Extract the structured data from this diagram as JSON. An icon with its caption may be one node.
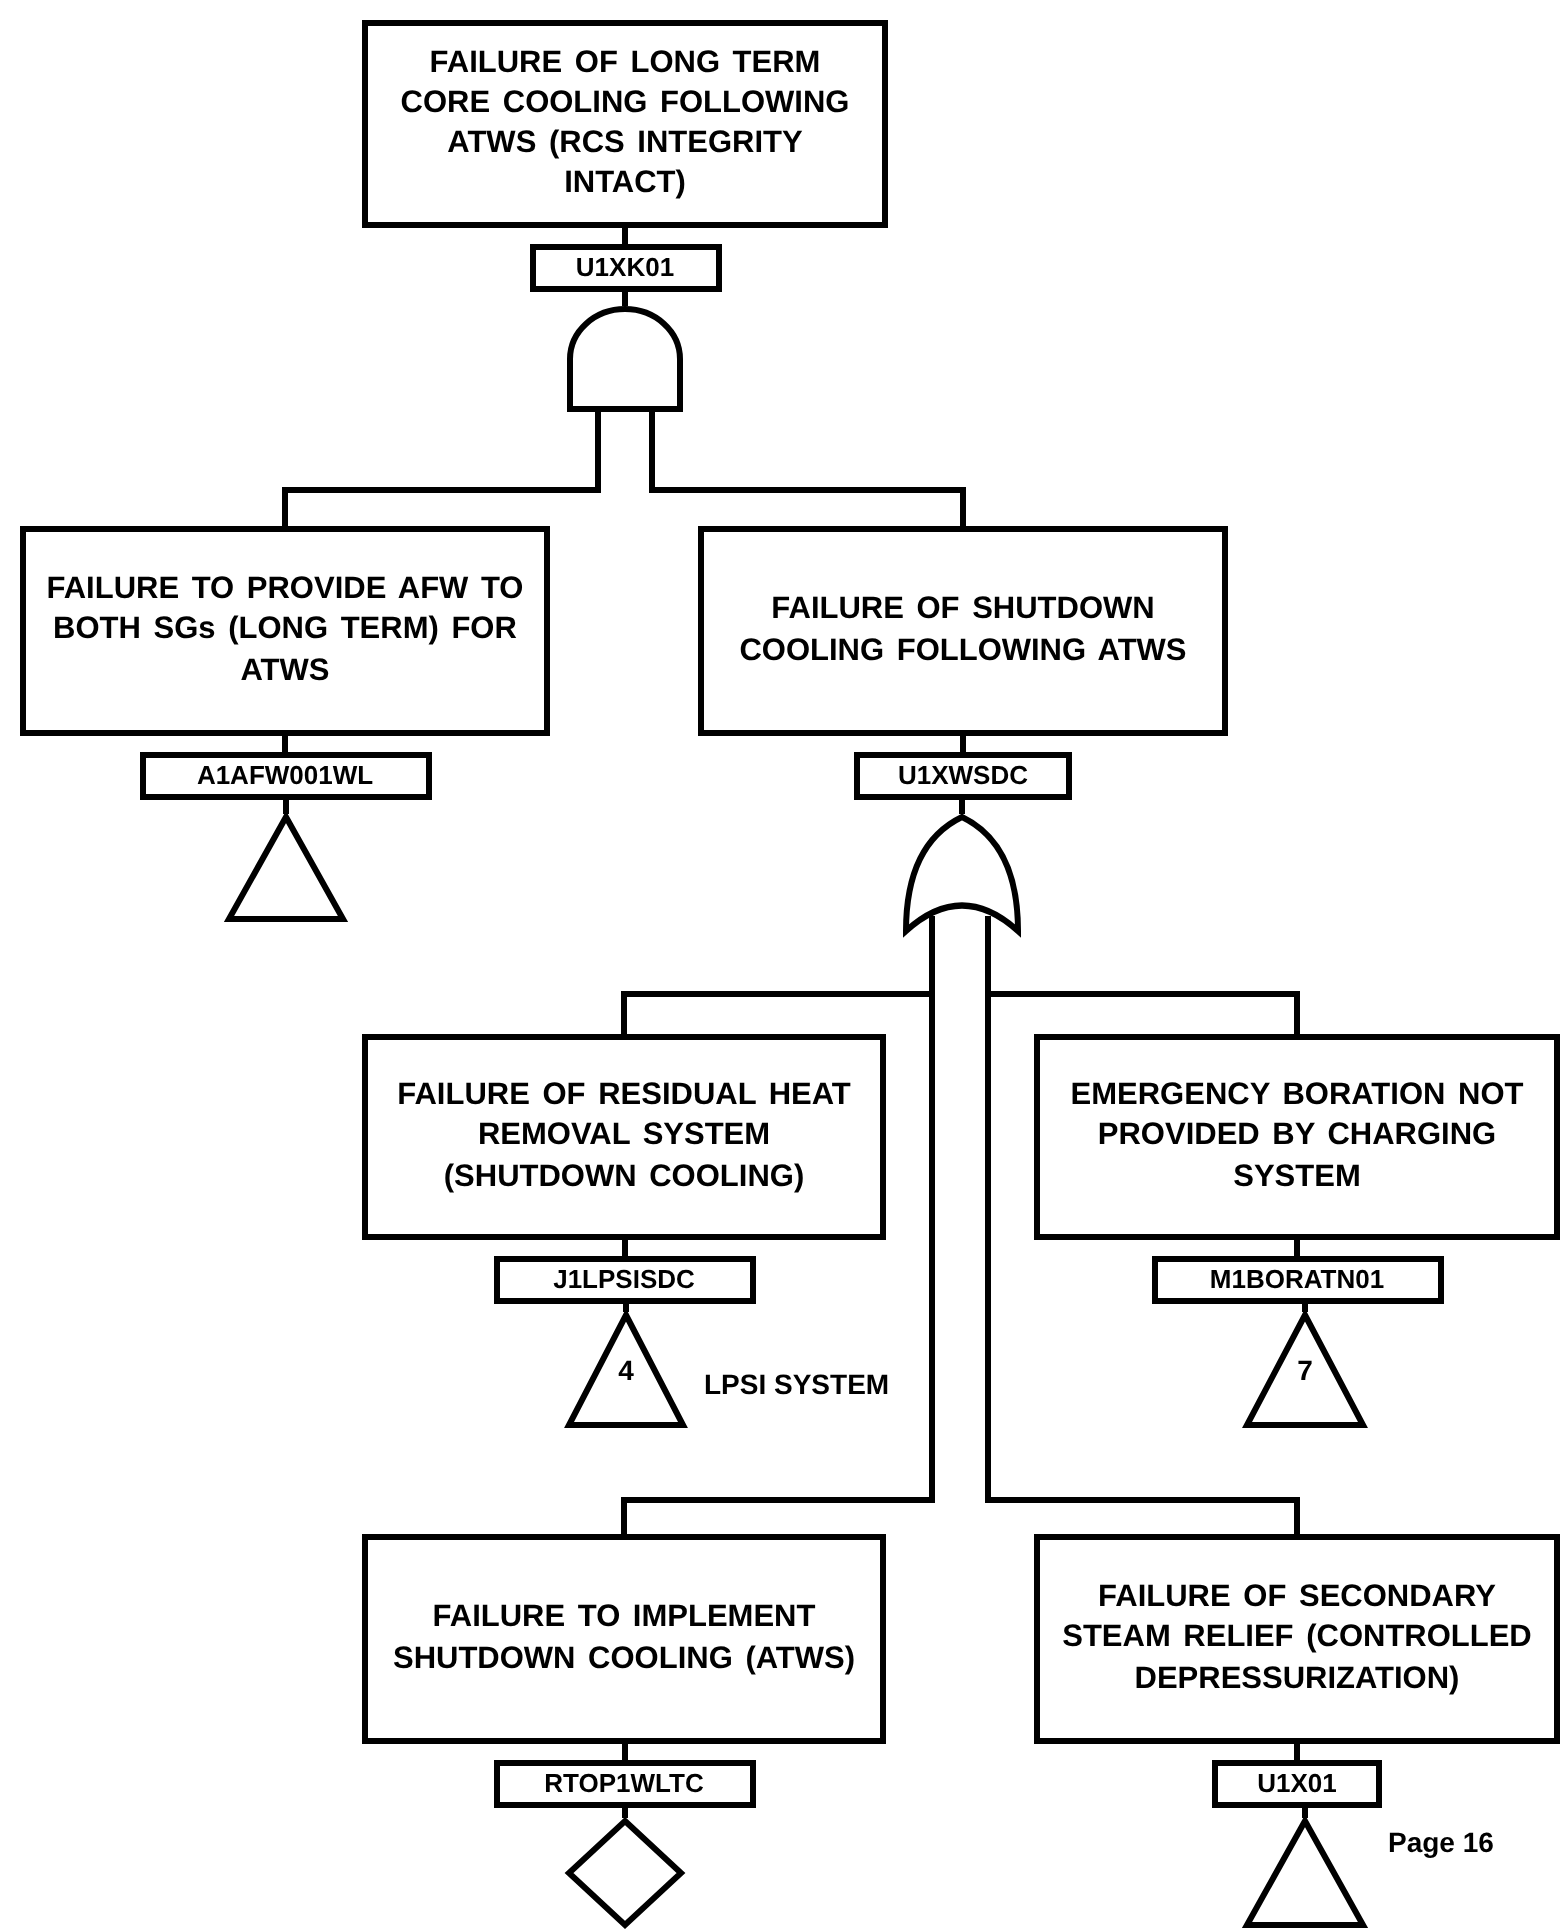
{
  "diagram": {
    "nodes": [
      {
        "text": [
          "FAILURE OF LONG TERM CORE COOLING FOLLOWING ATWS (RCS INTEGRITY INTACT)",
          "U1XK01"
        ]
      },
      {
        "text": [],
        "shape": "and"
      },
      {
        "text": [
          "FAILURE TO PROVIDE AFW TO BOTH SGs (LONG TERM) FOR ATWS",
          "A1AFW001WL"
        ]
      },
      {
        "text": [],
        "shape": "triangle"
      },
      {
        "text": [
          "FAILURE OF SHUTDOWN COOLING FOLLOWING ATWS",
          "U1XWSDC"
        ]
      },
      {
        "text": [],
        "shape": "or"
      },
      {
        "text": [
          "FAILURE OF RESIDUAL HEAT REMOVAL SYSTEM (SHUTDOWN COOLING)",
          "J1LPSISDC"
        ]
      },
      {
        "text": [
          "4"
        ],
        "beside": [
          "LPSI SYSTEM"
        ]
      },
      {
        "text": [
          "EMERGENCY BORATION NOT PROVIDED BY CHARGING SYSTEM",
          "M1BORATN01"
        ]
      },
      {
        "text": [
          "7"
        ]
      },
      {
        "text": [
          "FAILURE TO IMPLEMENT SHUTDOWN COOLING (ATWS)",
          "RTOP1WLTC"
        ]
      },
      {
        "text": [],
        "shape": "diamond"
      },
      {
        "text": [
          "FAILURE OF SECONDARY STEAM RELIEF (CONTROLLED DEPRESSURIZATION)",
          "U1X01"
        ]
      },
      {
        "text": [],
        "shape": "triangle"
      }
    ],
    "edges": [
      {
        "from": 0,
        "to": 1,
        "arrow": "none"
      },
      {
        "from": 1,
        "to": 2,
        "arrow": "none"
      },
      {
        "from": 1,
        "to": 4,
        "arrow": "none"
      },
      {
        "from": 2,
        "to": 3,
        "arrow": "none"
      },
      {
        "from": 4,
        "to": 5,
        "arrow": "none"
      },
      {
        "from": 5,
        "to": 6,
        "arrow": "none"
      },
      {
        "from": 5,
        "to": 8,
        "arrow": "none"
      },
      {
        "from": 5,
        "to": 10,
        "arrow": "none"
      },
      {
        "from": 5,
        "to": 12,
        "arrow": "none"
      },
      {
        "from": 6,
        "to": 7,
        "arrow": "none"
      },
      {
        "from": 8,
        "to": 9,
        "arrow": "none"
      },
      {
        "from": 10,
        "to": 11,
        "arrow": "none"
      },
      {
        "from": 12,
        "to": 13,
        "arrow": "none"
      }
    ],
    "labels": [
      "Page 16"
    ]
  }
}
